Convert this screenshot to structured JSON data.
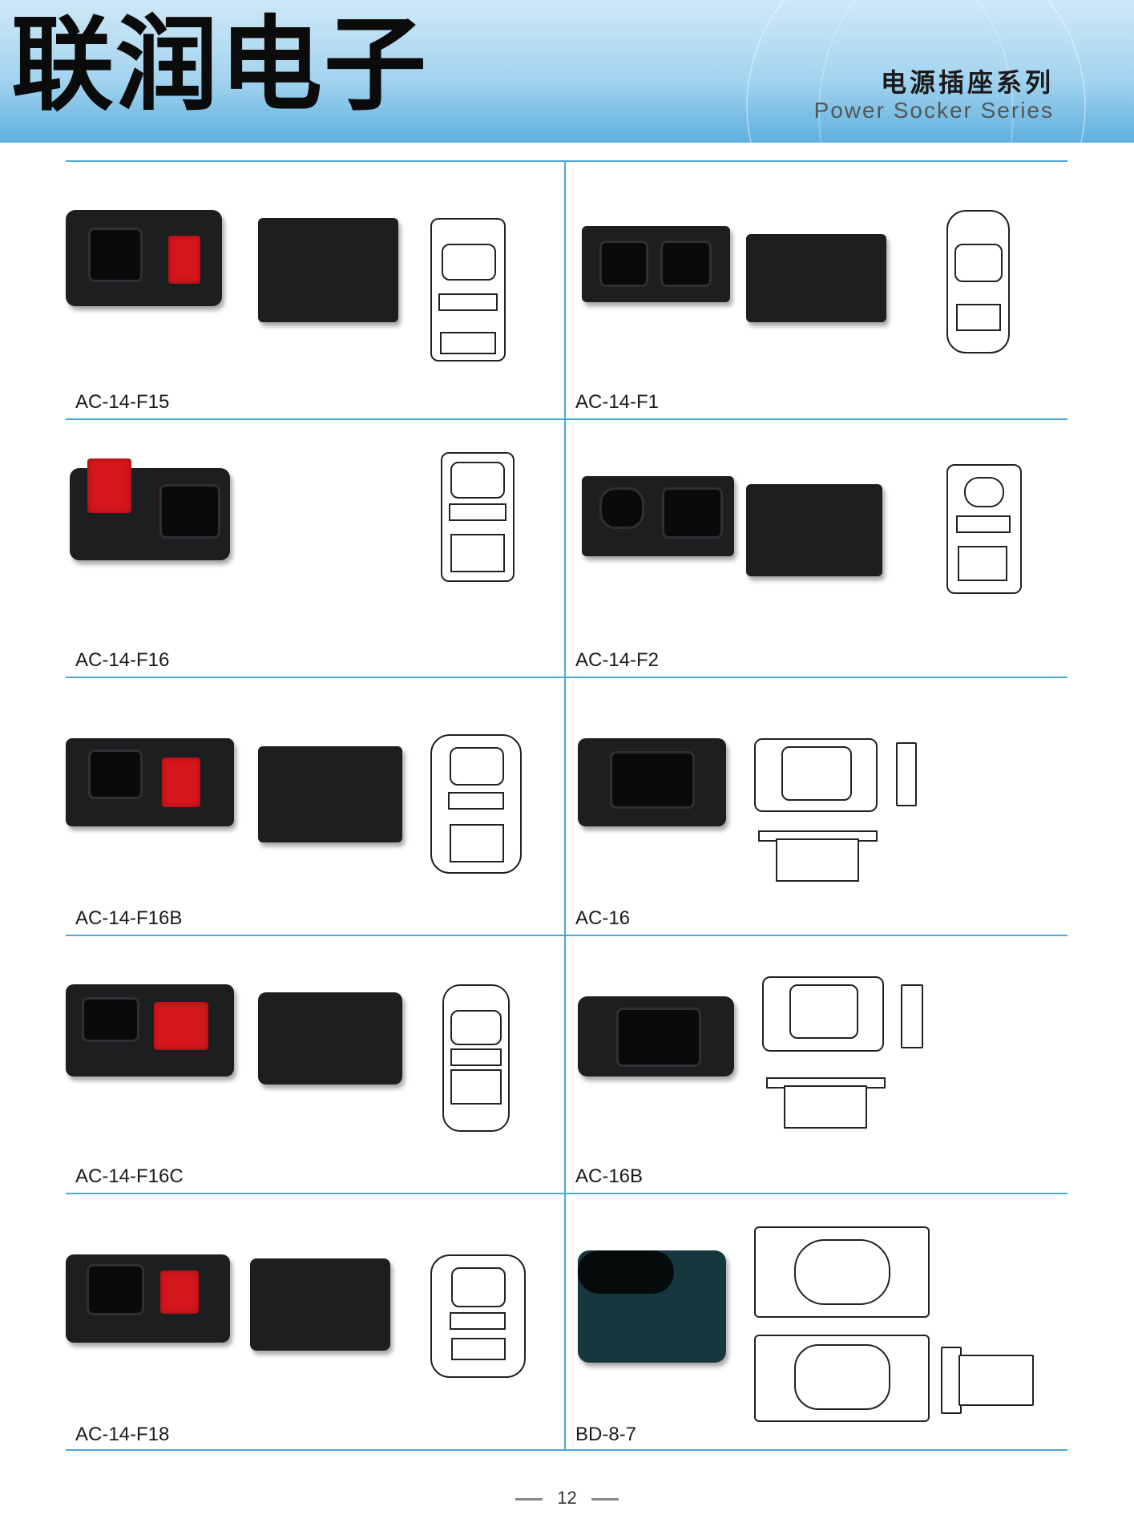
{
  "header": {
    "brand": "联润电子",
    "series_cn": "电源插座系列",
    "series_en": "Power Socker Series"
  },
  "products": [
    {
      "model": "AC-14-F15"
    },
    {
      "model": "AC-14-F1"
    },
    {
      "model": "AC-14-F16"
    },
    {
      "model": "AC-14-F2"
    },
    {
      "model": "AC-14-F16B"
    },
    {
      "model": "AC-16"
    },
    {
      "model": "AC-14-F16C"
    },
    {
      "model": "AC-16B"
    },
    {
      "model": "AC-14-F18"
    },
    {
      "model": "BD-8-7"
    }
  ],
  "page_number": "12",
  "colors": {
    "rule": "#4aa8d8",
    "switch": "#d5161c",
    "body": "#1d1e20",
    "teal": "#16373d"
  }
}
